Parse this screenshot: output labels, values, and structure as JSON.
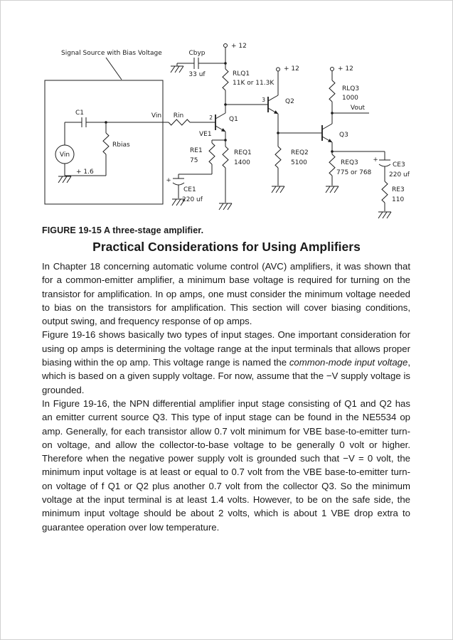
{
  "figure": {
    "caption": "FIGURE 19-15 A three-stage amplifier.",
    "labels": {
      "signal_source": "Signal Source with Bias Voltage",
      "c1": "C1",
      "vin_source": "Vin",
      "rbias": "Rbias",
      "bias_voltage": "+ 1.6",
      "vin_node": "Vin",
      "rin": "Rin",
      "pin2": "2",
      "pin3": "3",
      "q1": "Q1",
      "ve1": "VE1",
      "re1": "RE1",
      "re1_value": "75",
      "ce1": "CE1",
      "ce1_value": "220 uf",
      "ce1_plus": "+",
      "req1": "REQ1",
      "req1_value": "1400",
      "cbyp": "Cbyp",
      "cbyp_value": "33 uf",
      "vcc1": "+ 12",
      "rlq1": "RLQ1",
      "rlq1_value": "11K or 11.3K",
      "q2": "Q2",
      "vcc2": "+ 12",
      "req2": "REQ2",
      "req2_value": "5100",
      "q3": "Q3",
      "vcc3": "+ 12",
      "rlq3": "RLQ3",
      "rlq3_value": "1000",
      "vout": "Vout",
      "req3": "REQ3",
      "req3_value": "775 or 768",
      "ce3": "CE3",
      "ce3_value": "220 uf",
      "ce3_plus": "+",
      "re3": "RE3",
      "re3_value": "110"
    }
  },
  "article": {
    "heading": "Practical Considerations for Using Amplifiers",
    "paragraph1": "In Chapter 18 concerning automatic volume control (AVC) amplifiers, it was shown that for a common-emitter amplifier, a minimum base voltage is required for turning on the transistor for amplification. In op amps, one must consider the minimum voltage needed to bias on the transistors for amplification. This section will cover biasing conditions, output swing, and frequency response of op amps.",
    "paragraph2_pre": "Figure 19-16 shows basically two types of input stages. One important consideration for using op amps is determining the voltage range at the input terminals that allows proper biasing within the op amp. This voltage range is named the ",
    "paragraph2_italic": "common-mode input voltage",
    "paragraph2_post": ", which is based on a given supply voltage. For now, assume that the −V supply voltage is grounded.",
    "paragraph3": "In Figure 19-16, the NPN differential amplifier input stage consisting of Q1 and Q2 has an emitter current source Q3. This type of input stage can be found in the NE5534 op amp. Generally, for each transistor allow 0.7 volt minimum for VBE base-to-emitter turn-on voltage, and allow the collector-to-base voltage to be generally 0 volt or higher. Therefore when the negative power supply volt is grounded such that −V = 0 volt, the minimum input voltage is at least or equal to 0.7 volt from the VBE base-to-emitter turn-on voltage of f Q1 or Q2 plus another 0.7 volt from the collector Q3. So the minimum voltage at the input terminal is at least 1.4 volts. However, to be on the safe side, the minimum input voltage should be about 2 volts, which is about 1 VBE drop extra to guarantee operation over low temperature.",
    "__comment": ""
  }
}
